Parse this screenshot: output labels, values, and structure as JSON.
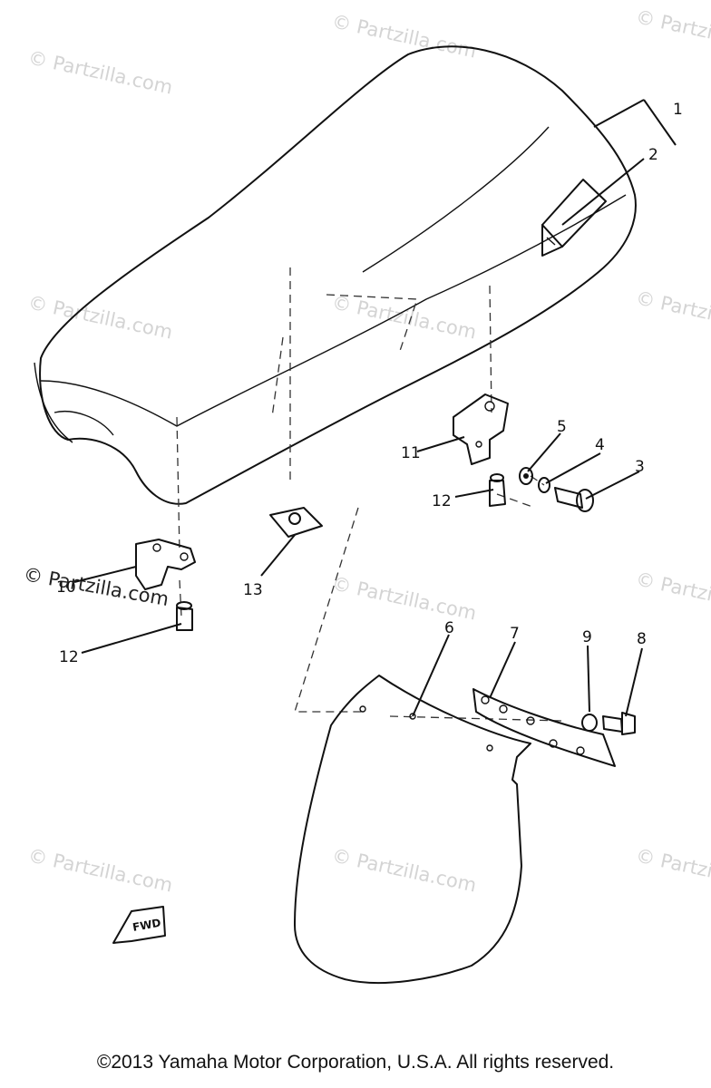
{
  "watermark": "© Partzilla.com",
  "fwd_label": "FWD",
  "copyright": "©2013 Yamaha Motor Corporation, U.S.A. All rights reserved.",
  "callouts": {
    "c1": "1",
    "c2": "2",
    "c3": "3",
    "c4": "4",
    "c5": "5",
    "c6": "6",
    "c7": "7",
    "c8": "8",
    "c9": "9",
    "c10": "10",
    "c11": "11",
    "c12a": "12",
    "c12b": "12",
    "c13": "13"
  }
}
